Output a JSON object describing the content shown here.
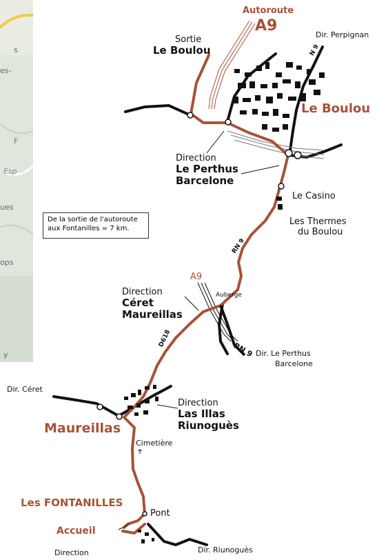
{
  "colors": {
    "route": "#a65236",
    "road": "#111111",
    "town": "#111111",
    "accent": "#a65236"
  },
  "labels": {
    "autoroute": "Autoroute",
    "a9_top": "A9",
    "sortie": "Sortie",
    "le_boulou_exit": "Le Boulou",
    "dir_perpignan": "Dir. Perpignan",
    "n9_top": "N 9",
    "le_boulou_town": "Le Boulou",
    "direction_1": "Direction",
    "le_perthus": "Le Perthus",
    "barcelone": "Barcelone",
    "le_casino": "Le Casino",
    "les_thermes": "Les Thermes",
    "du_boulou": "du Boulou",
    "rn9_mid": "RN 9",
    "a9_mid": "A9",
    "auberge": "Auberge",
    "direction_2": "Direction",
    "ceret": "Céret",
    "maureillas_dir": "Maureillas",
    "d618": "D618",
    "rn9_low": "RN 9",
    "dir_le_perthus": "Dir. Le Perthus",
    "barcelone_2": "Barcelone",
    "dir_ceret": "Dir. Céret",
    "direction_3": "Direction",
    "las_illas": "Las Illas",
    "riunogues": "Riunoguès",
    "maureillas_town": "Maureillas",
    "cimetiere": "Cimetière",
    "les_fontanilles": "Les FONTANILLES",
    "pont": "Pont",
    "accueil": "Accueil",
    "direction_4": "Direction",
    "dir_riunogues": "Dir. Riunoguès",
    "distance_line1": "De la sortie de l'autoroute",
    "distance_line2": "aux Fontanilles = 7 km."
  },
  "background_fragments": [
    "s",
    "es-",
    "F",
    "Esp",
    "ues",
    "ops",
    "y"
  ],
  "icons": {
    "cemetery": "cross-icon"
  }
}
